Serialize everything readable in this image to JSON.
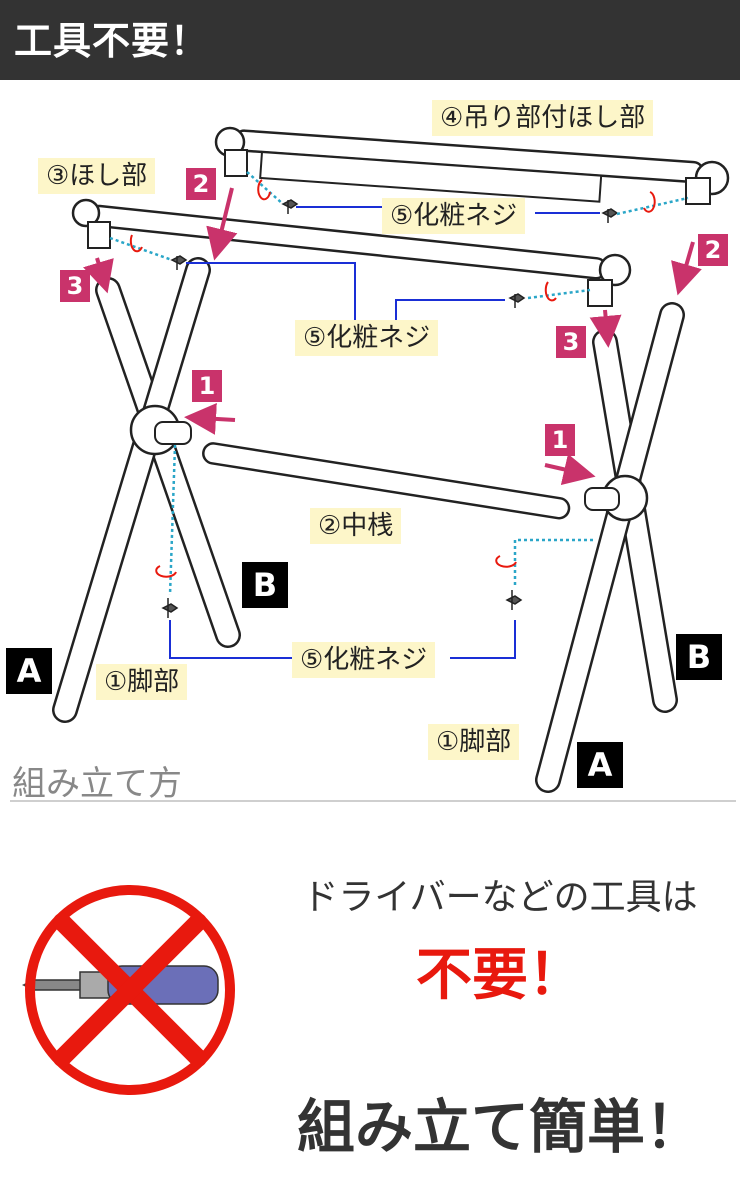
{
  "header": {
    "title": "工具不要！"
  },
  "diagram": {
    "parts": {
      "leg": "①脚部",
      "middle_bar": "②中桟",
      "drying_bar": "③ほし部",
      "hanging_bar": "④吊り部付ほし部",
      "screw": "⑤化粧ネジ"
    },
    "steps": {
      "s1": "1",
      "s2": "2",
      "s3": "3"
    },
    "ends": {
      "a": "A",
      "b": "B"
    }
  },
  "section": {
    "title": "組み立て方"
  },
  "message": {
    "line1": "ドライバーなどの工具は",
    "line2": "不要！",
    "line3": "組み立て簡単！"
  },
  "colors": {
    "header_bg": "#333333",
    "step_badge": "#c9336b",
    "label_bg": "#fdf6c9",
    "accent_red": "#e8190e",
    "leader_blue": "#1a2fd6",
    "dotted_teal": "#2aa6c8",
    "screwdriver_handle": "#6b6fb8"
  }
}
